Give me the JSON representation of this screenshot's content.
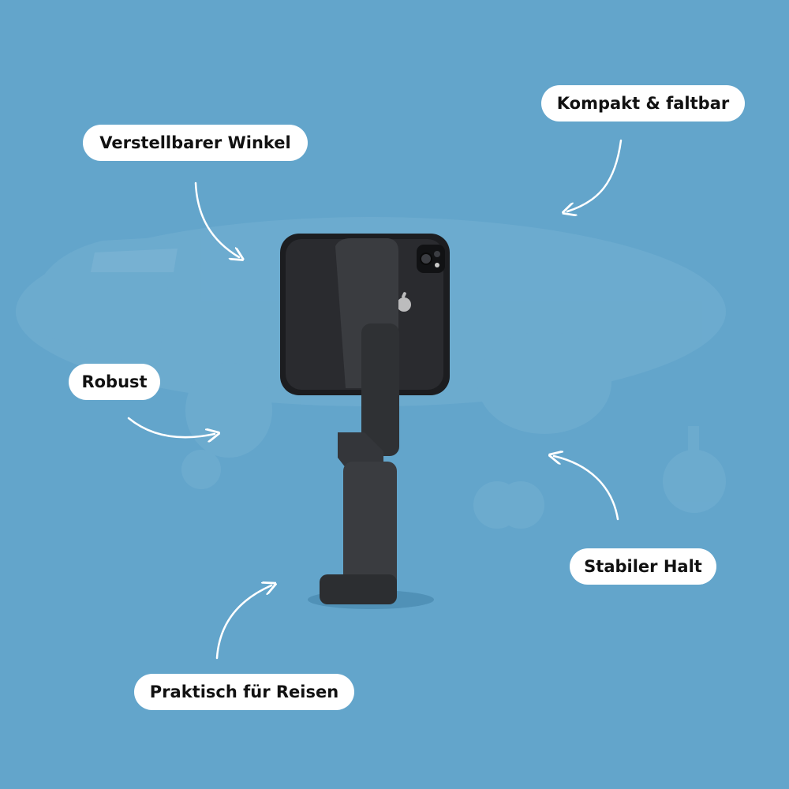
{
  "labels": {
    "adjustable_angle": "Verstellbarer Winkel",
    "compact_foldable": "Kompakt & faltbar",
    "robust": "Robust",
    "stable_hold": "Stabiler Halt",
    "travel_practical": "Praktisch für Reisen"
  },
  "colors": {
    "background": "#63a5cb",
    "pill_background": "#ffffff",
    "pill_text": "#111111",
    "arrow": "#ffffff",
    "holder": "#3a3c40",
    "phone": "#1c1d20"
  },
  "icons": {
    "phone_logo": "apple-logo-icon"
  }
}
